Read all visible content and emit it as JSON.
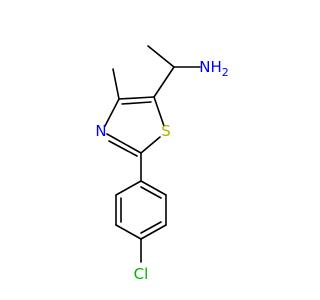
{
  "molecule": {
    "atoms": {
      "amine_label": "NH",
      "amine_subscript": "2",
      "nitrogen_label": "N",
      "sulfur_label": "S",
      "chlorine_label": "Cl"
    },
    "colors": {
      "bond": "#000000",
      "nitrogen": "#0000ff",
      "sulfur": "#b2b200",
      "chlorine": "#00b200"
    }
  }
}
